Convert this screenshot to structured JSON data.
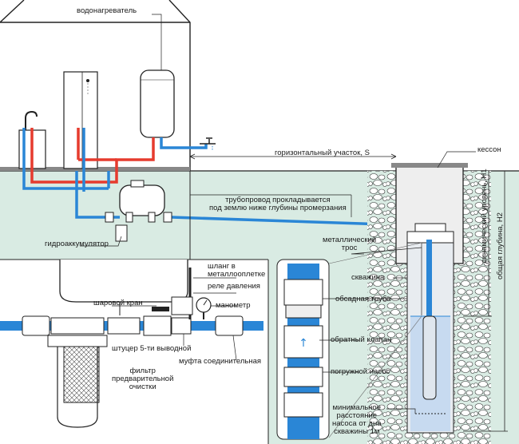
{
  "labels": {
    "water_heater": "водонагреватель",
    "horizontal_section": "горизонтальный участок, S",
    "caisson": "кессон",
    "pipeline": "трубопровод прокладывается\nпод землю ниже глубины промерзания",
    "accumulator": "гидроаккумулятор",
    "metal_cable": "металлический\nтрос",
    "well": "скважина",
    "casing_pipe": "обсадная труба",
    "check_valve": "обратный клапан",
    "submersible_pump": "погружной насос",
    "min_distance": "минимальное\nрасстояние\nнасоса от дна\nскважины 1м",
    "hose": "шланг в\nметаллооплетке",
    "pressure_switch": "реле давления",
    "ball_valve": "шаровой кран",
    "manometer": "манометр",
    "fitting": "штуцер 5-ти выводной",
    "coupling": "муфта соединительная",
    "filter": "фильтр\nпредварительной\nочистки",
    "dynamic_level": "динамический уровень, H1",
    "total_depth": "общая глубина, H2"
  },
  "colors": {
    "ground": "#d9ebe3",
    "hot_pipe": "#e63b2e",
    "cold_pipe": "#2a86d6",
    "water": "#c7daf0",
    "gravel": "#ffffff",
    "line": "#222222"
  }
}
